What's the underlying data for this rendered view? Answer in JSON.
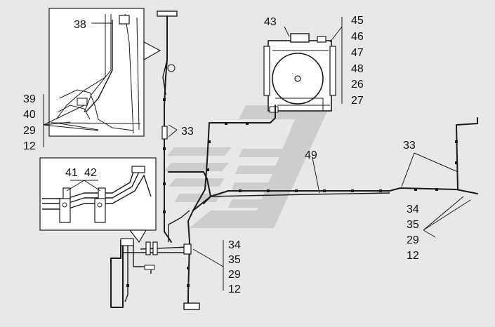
{
  "callouts": {
    "c38": "38",
    "c39": "39",
    "c40": "40",
    "c29a": "29",
    "c12a": "12",
    "c41": "41",
    "c42": "42",
    "c43": "43",
    "c45": "45",
    "c46": "46",
    "c47": "47",
    "c48": "48",
    "c26": "26",
    "c27": "27",
    "c33a": "33",
    "c33b": "33",
    "c49": "49",
    "c34a": "34",
    "c35a": "35",
    "c29b": "29",
    "c12b": "12",
    "c34b": "34",
    "c35b": "35",
    "c29c": "29",
    "c12c": "12"
  },
  "colors": {
    "background": "#e8e8e8",
    "line": "#1a1a1a",
    "panel": "#ffffff",
    "watermark": "#c4c4c4"
  }
}
